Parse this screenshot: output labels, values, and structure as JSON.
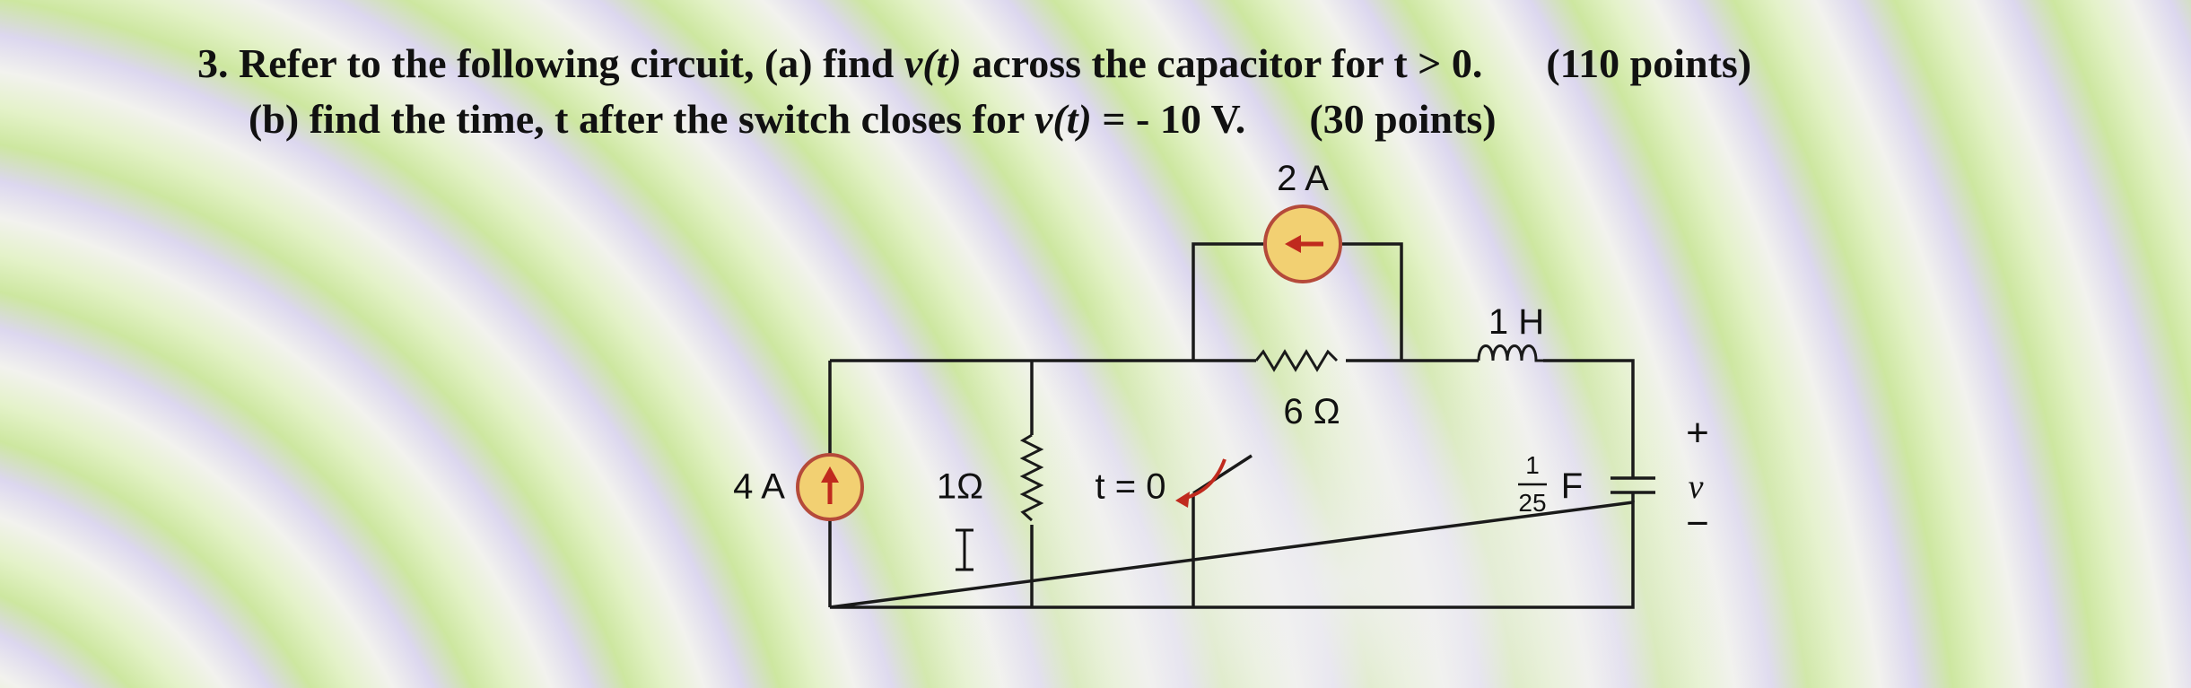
{
  "problem": {
    "number": "3.",
    "line1_a": "Refer to the following circuit, (a) find",
    "line1_v": "v(t)",
    "line1_b": "across the capacitor for t > 0.",
    "line1_points": "(110 points)",
    "line2_a": "(b) find the time, t after the switch closes for",
    "line2_v": "v(t)",
    "line2_b": "= - 10 V.",
    "line2_points": "(30 points)"
  },
  "circuit": {
    "source_top": "2 A",
    "source_left": "4 A",
    "resistor_left": "1Ω",
    "resistor_top": "6 Ω",
    "switch": "t = 0",
    "inductor": "1 H",
    "capacitor_num": "1",
    "capacitor_den": "25",
    "capacitor_unit": "F",
    "v_plus": "+",
    "v_label": "v",
    "v_minus": "−"
  },
  "colors": {
    "source_fill": "#f2d072",
    "source_stroke": "#b54a3a",
    "arrow": "#c02a1e",
    "wire": "#1a1a1a"
  }
}
